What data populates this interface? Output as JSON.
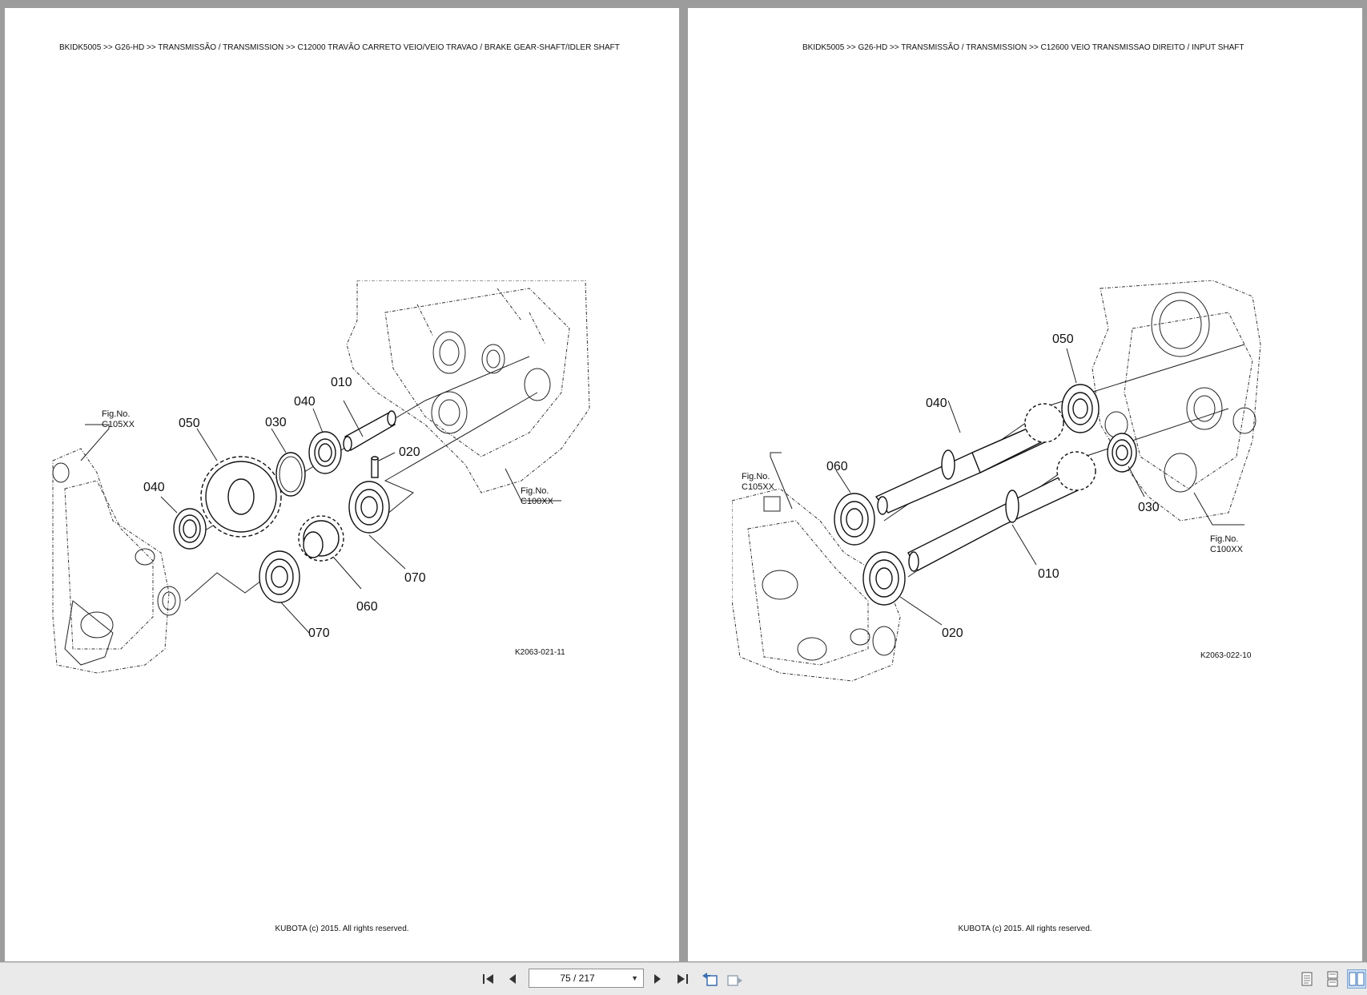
{
  "pages": [
    {
      "header": "BKIDK5005 >> G26-HD >> TRANSMISSÃO / TRANSMISSION >> C12000   TRAVÃO CARRETO VEIO/VEIO TRAVAO / BRAKE GEAR-SHAFT/IDLER SHAFT",
      "footer": "KUBOTA (c) 2015. All rights reserved.",
      "code": "K2063-021-11",
      "fig_left": [
        "Fig.No.",
        "C105XX"
      ],
      "fig_right": [
        "Fig.No.",
        "C100XX"
      ],
      "labels": {
        "p010": "010",
        "p020": "020",
        "p030": "030",
        "p040a": "040",
        "p040b": "040",
        "p050": "050",
        "p060": "060",
        "p070a": "070",
        "p070b": "070"
      }
    },
    {
      "header": "BKIDK5005 >> G26-HD >> TRANSMISSÃO / TRANSMISSION >> C12600   VEIO TRANSMISSAO DIREITO / INPUT SHAFT",
      "footer": "KUBOTA (c) 2015. All rights reserved.",
      "code": "K2063-022-10",
      "fig_left": [
        "Fig.No.",
        "C105XX"
      ],
      "fig_right": [
        "Fig.No.",
        "C100XX"
      ],
      "labels": {
        "p010": "010",
        "p020": "020",
        "p030": "030",
        "p040": "040",
        "p050": "050",
        "p060": "060"
      }
    }
  ],
  "toolbar": {
    "page_indicator": "75 / 217",
    "icons": [
      "first-page-icon",
      "prev-page-icon",
      "next-page-icon",
      "last-page-icon",
      "go-back-icon",
      "go-forward-icon",
      "single-page-icon",
      "continuous-icon",
      "two-page-icon"
    ]
  }
}
